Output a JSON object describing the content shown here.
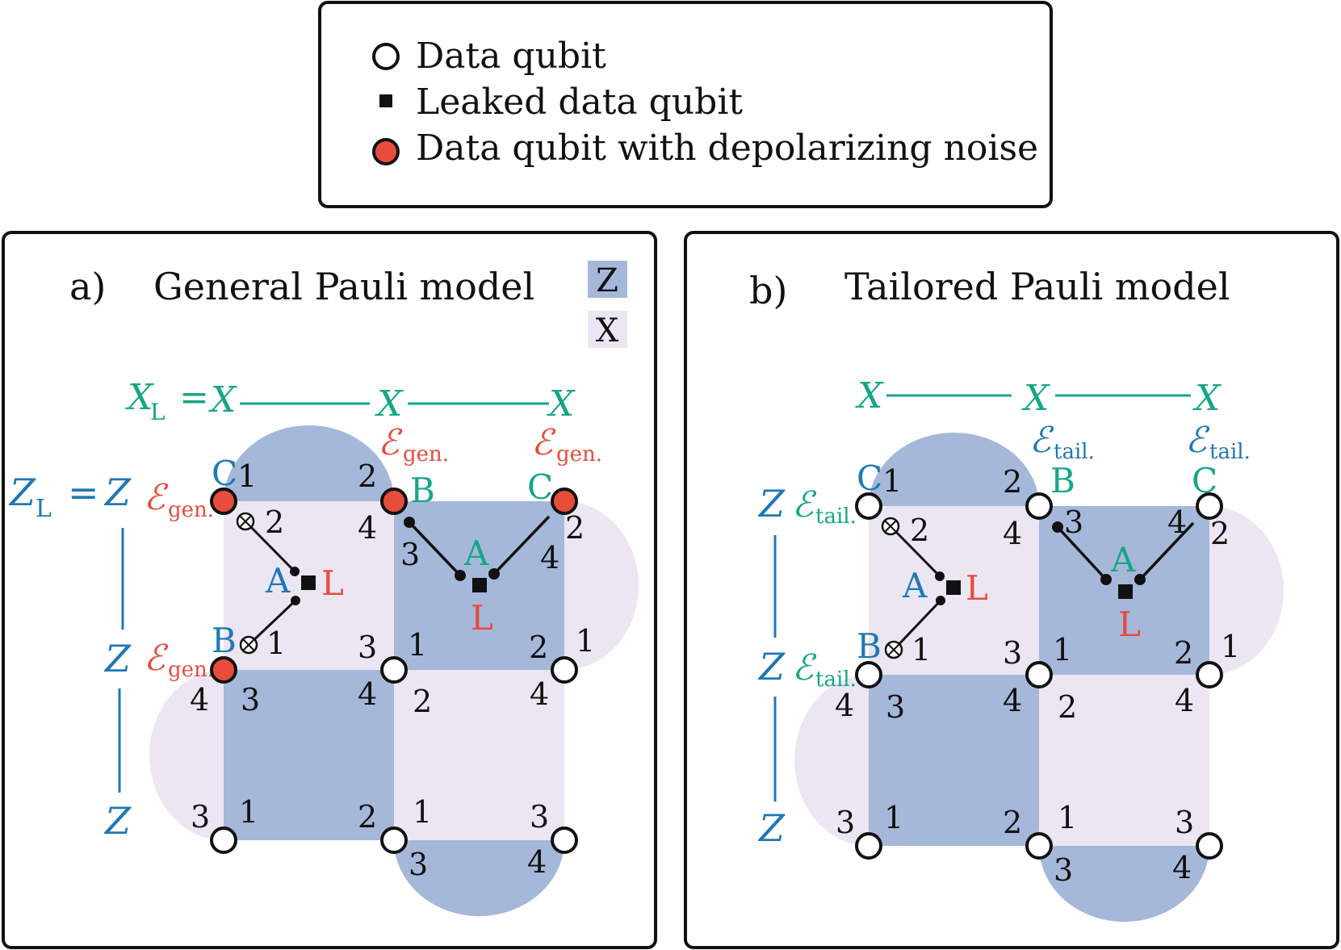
{
  "colors": {
    "z_plaquette": "#a6b8d9",
    "x_plaquette": "#ebe6f2",
    "logical_z": "#1f78b4",
    "logical_x": "#17a589",
    "noise": "#e74c3c",
    "ink": "#111111"
  },
  "legend": {
    "data_qubit": "Data qubit",
    "leaked_data_qubit": "Leaked data qubit",
    "noisy_data_qubit": "Data qubit with depolarizing noise"
  },
  "stabilizer_key": {
    "z": "Z",
    "x": "X"
  },
  "panel_a": {
    "tag": "a)",
    "title": "General Pauli model",
    "x_logical": {
      "symbol": "X",
      "subscript": "L",
      "equals": "=",
      "ops": [
        "X",
        "X",
        "X"
      ]
    },
    "z_logical": {
      "symbol": "Z",
      "subscript": "L",
      "equals": "=",
      "ops": [
        "Z",
        "Z",
        "Z"
      ]
    },
    "noise_label": {
      "symbol": "ℰ",
      "subscript": "gen."
    },
    "leak_label": "L",
    "ancilla_labels": [
      "A",
      "B",
      "C"
    ]
  },
  "panel_b": {
    "tag": "b)",
    "title": "Tailored Pauli model",
    "x_logical": {
      "ops": [
        "X",
        "X",
        "X"
      ]
    },
    "z_logical": {
      "ops": [
        "Z",
        "Z",
        "Z"
      ]
    },
    "noise_label": {
      "symbol": "ℰ",
      "subscript": "tail."
    },
    "leak_label": "L",
    "ancilla_labels": [
      "A",
      "B",
      "C"
    ]
  },
  "gate_order": [
    "1",
    "2",
    "3",
    "4"
  ]
}
